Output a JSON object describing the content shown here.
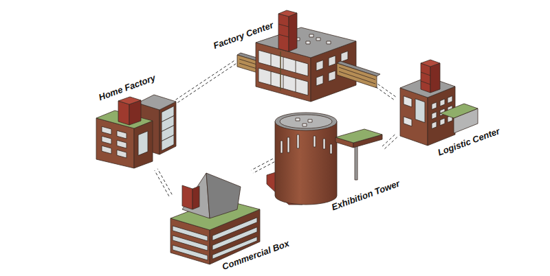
{
  "diagram": {
    "nodes": [
      {
        "text": [
          "Factory Center"
        ]
      },
      {
        "text": [
          "Home Factory"
        ]
      },
      {
        "text": [
          "Logistic Center"
        ]
      },
      {
        "text": [
          "Exhibition Tower"
        ]
      },
      {
        "text": [
          "Commercial Box"
        ]
      }
    ],
    "edges": [
      {
        "from": 1,
        "to": 0,
        "arrow": "none"
      },
      {
        "from": 0,
        "to": 2,
        "arrow": "none"
      },
      {
        "from": 2,
        "to": 3,
        "arrow": "none"
      },
      {
        "from": 3,
        "to": 4,
        "arrow": "none"
      },
      {
        "from": 4,
        "to": 1,
        "arrow": "none"
      }
    ]
  }
}
